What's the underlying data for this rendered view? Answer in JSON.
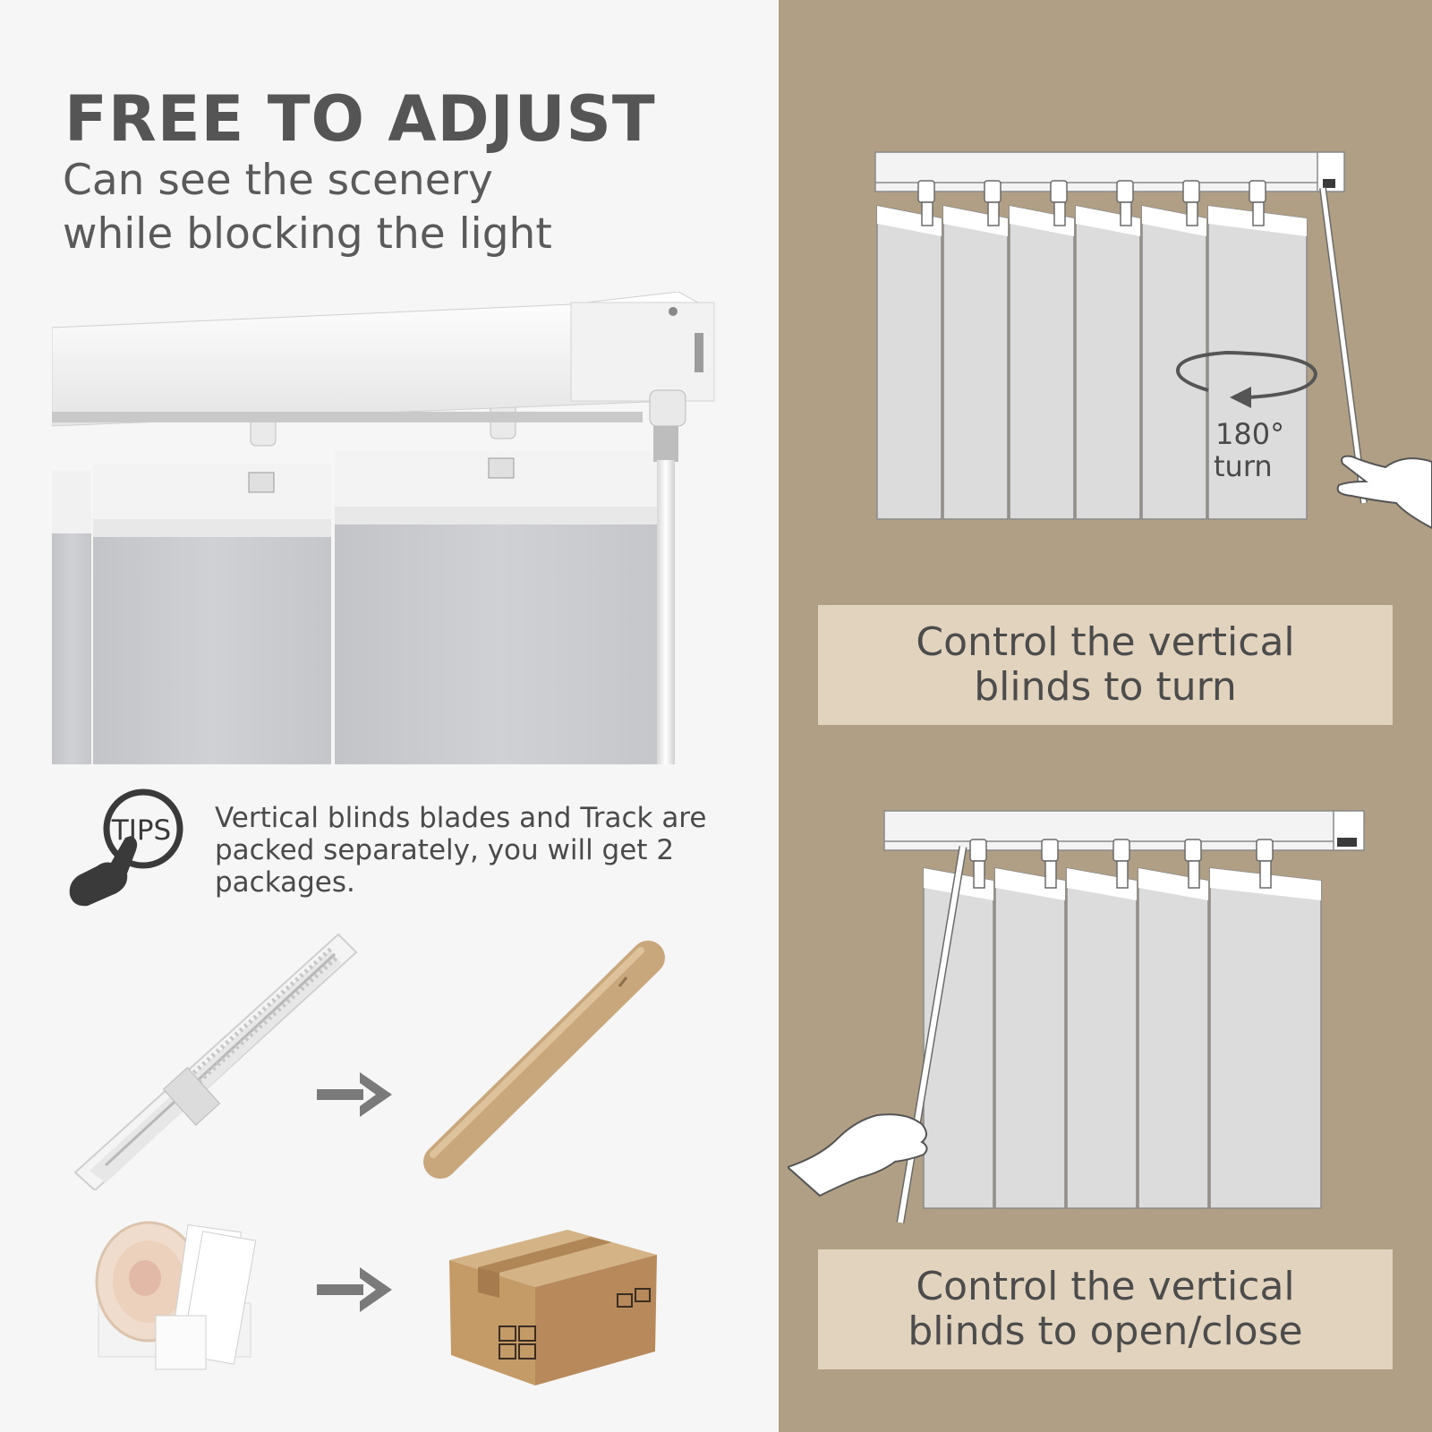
{
  "headline": "FREE TO ADJUST",
  "subheadline": {
    "line1": "Can see the scenery",
    "line2": "while blocking the light"
  },
  "tips": {
    "icon_label": "TIPS",
    "text": "Vertical blinds blades and Track are packed separately, you will get 2 packages."
  },
  "turn_diagram": {
    "degrees": "180°",
    "word": "turn",
    "caption_line1": "Control the vertical",
    "caption_line2": "blinds to turn"
  },
  "open_close_diagram": {
    "caption_line1": "Control the vertical",
    "caption_line2": "blinds to open/close"
  },
  "colors": {
    "left_background": "#f6f6f6",
    "right_background": "#b19f85",
    "caption_box": "#e1d3bd",
    "headline_text": "#555555",
    "slat_fill": "#dcdcdc",
    "kraft_brown": "#c9a77c",
    "arrow_gray": "#7a7a7a"
  },
  "icons": [
    "tips-hand-icon",
    "arrow-right-icon",
    "rotate-arrow-icon",
    "hand-icon"
  ]
}
